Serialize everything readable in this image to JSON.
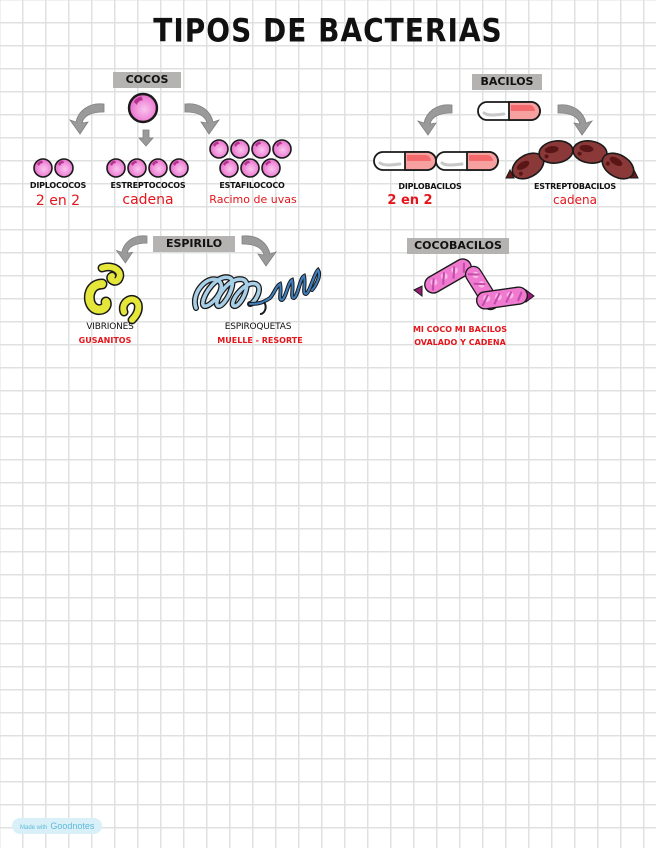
{
  "title": "TIPOS DE BACTERIAS",
  "sections": {
    "cocos": {
      "heading": "COCOS",
      "items": [
        {
          "name": "DIPLOCOCOS",
          "note": "2 en 2"
        },
        {
          "name": "ESTREPTOCOCOS",
          "note": "cadena"
        },
        {
          "name": "ESTAFILOCOCO",
          "note": "Racimo de uvas"
        }
      ]
    },
    "bacilos": {
      "heading": "BACILOS",
      "items": [
        {
          "name": "DIPLOBACILOS",
          "note": "2 en 2"
        },
        {
          "name": "ESTREPTOBACILOS",
          "note": "cadena"
        }
      ]
    },
    "espirilo": {
      "heading": "ESPIRILO",
      "items": [
        {
          "name": "VIBRIONES",
          "note": "GUSANITOS"
        },
        {
          "name": "ESPIROQUETAS",
          "note": "MUELLE - RESORTE"
        }
      ]
    },
    "cocobacilos": {
      "heading": "COCOBACILOS",
      "note_line1": "MI COCO MI BACILOS",
      "note_line2": "OVALADO Y CADENA"
    }
  },
  "icons": {
    "coccus": "pink-sphere",
    "bacillus": "capsule",
    "streptobacillus": "sausage-chain",
    "vibrio": "comma-shape",
    "spirochete": "spiral",
    "arrow": "curved-gray-arrow"
  },
  "colors": {
    "coccus_pink": "#f08ad8",
    "coccus_dark": "#b5338f",
    "capsule_red": "#f4696b",
    "strepto_brown": "#8a3838",
    "vibrio_yellow": "#e4e63a",
    "spiro_blue": "#3d7fbf",
    "cocobacilo_pink": "#f07ad0",
    "note_red": "#e4151b",
    "tag_gray": "#b5b2b2",
    "grid": "#dfe1e1"
  },
  "watermark": {
    "prefix": "Made with",
    "brand": "Goodnotes"
  }
}
